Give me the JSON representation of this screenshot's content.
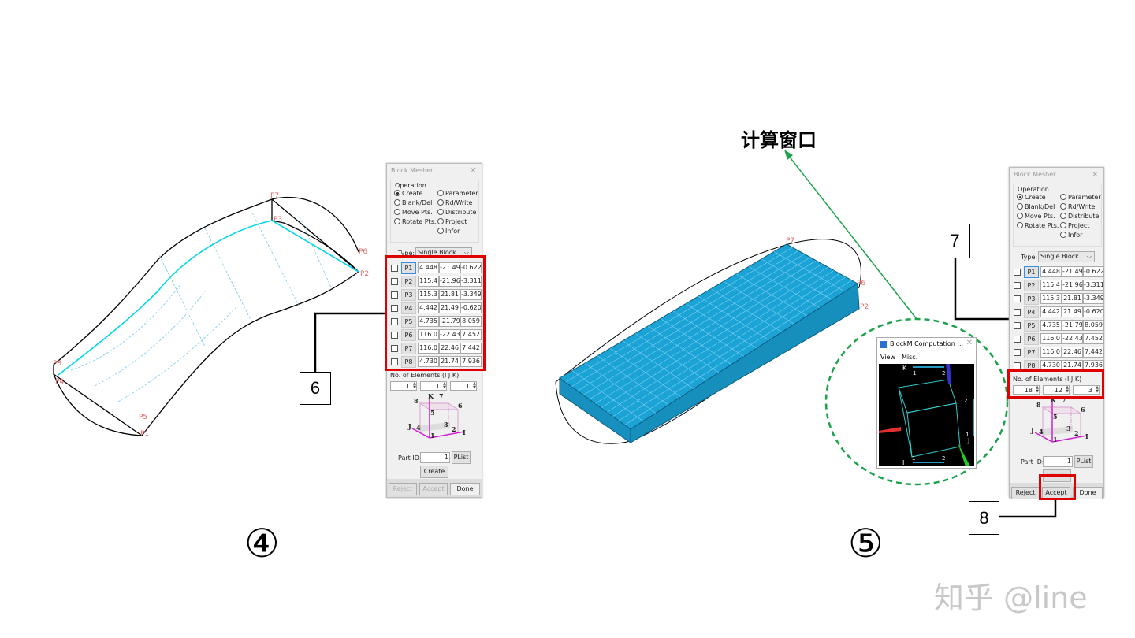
{
  "dialogs": [
    {
      "title": "Block Mesher",
      "operation_label": "Operation",
      "ops_left": [
        "Create",
        "Blank/Del",
        "Move Pts.",
        "Rotate Pts."
      ],
      "ops_right": [
        "Parameter",
        "Rd/Write",
        "Distribute",
        "Project",
        "Infor"
      ],
      "selected_op": "Create",
      "type_label": "Type:",
      "type_value": "Single Block",
      "points": [
        {
          "name": "P1",
          "x": "4.448",
          "y": "-21.49",
          "z": "-0.622"
        },
        {
          "name": "P2",
          "x": "115.4",
          "y": "-21.96",
          "z": "-3.311"
        },
        {
          "name": "P3",
          "x": "115.3",
          "y": "21.81",
          "z": "-3.349"
        },
        {
          "name": "P4",
          "x": "4.442",
          "y": "21.49",
          "z": "-0.620"
        },
        {
          "name": "P5",
          "x": "4.735",
          "y": "-21.79",
          "z": "8.059"
        },
        {
          "name": "P6",
          "x": "116.0",
          "y": "-22.43",
          "z": "7.452"
        },
        {
          "name": "P7",
          "x": "116.0",
          "y": "22.46",
          "z": "7.442"
        },
        {
          "name": "P8",
          "x": "4.730",
          "y": "21.74",
          "z": "7.936"
        }
      ],
      "elements_label": "No. of Elements (I J K)",
      "elements": [
        "1",
        "1",
        "1"
      ],
      "part_id_label": "Part ID:",
      "part_id": "1",
      "plist": "PList",
      "create": "Create",
      "reject": "Reject",
      "accept": "Accept",
      "done": "Done",
      "create_enabled": true,
      "accept_enabled": false
    },
    {
      "title": "Block Mesher",
      "operation_label": "Operation",
      "ops_left": [
        "Create",
        "Blank/Del",
        "Move Pts.",
        "Rotate Pts."
      ],
      "ops_right": [
        "Parameter",
        "Rd/Write",
        "Distribute",
        "Project",
        "Infor"
      ],
      "selected_op": "Create",
      "type_label": "Type:",
      "type_value": "Single Block",
      "points": [
        {
          "name": "P1",
          "x": "4.448",
          "y": "-21.49",
          "z": "-0.622"
        },
        {
          "name": "P2",
          "x": "115.4",
          "y": "-21.96",
          "z": "-3.311"
        },
        {
          "name": "P3",
          "x": "115.3",
          "y": "21.81",
          "z": "-3.349"
        },
        {
          "name": "P4",
          "x": "4.442",
          "y": "21.49",
          "z": "-0.620"
        },
        {
          "name": "P5",
          "x": "4.735",
          "y": "-21.79",
          "z": "8.059"
        },
        {
          "name": "P6",
          "x": "116.0",
          "y": "-22.43",
          "z": "7.452"
        },
        {
          "name": "P7",
          "x": "116.0",
          "y": "22.46",
          "z": "7.442"
        },
        {
          "name": "P8",
          "x": "4.730",
          "y": "21.74",
          "z": "7.936"
        }
      ],
      "elements_label": "No. of Elements (I J K)",
      "elements": [
        "18",
        "12",
        "3"
      ],
      "part_id_label": "Part ID:",
      "part_id": "1",
      "plist": "PList",
      "create": "Create",
      "reject": "Reject",
      "accept": "Accept",
      "done": "Done",
      "create_enabled": false,
      "accept_enabled": true
    }
  ],
  "cube_labels": {
    "n1": "1",
    "n2": "2",
    "n3": "3",
    "n4": "4",
    "n5": "5",
    "n6": "6",
    "n7": "7",
    "n8": "8",
    "I": "I",
    "J": "J",
    "K": "K"
  },
  "comp_window": {
    "title": "BlockM Computation ...",
    "menu": [
      "View",
      "Misc."
    ],
    "labels": {
      "K": "K",
      "I": "I",
      "J": "J",
      "one": "1",
      "two": "2"
    }
  },
  "annotations": {
    "step4": "④",
    "step5": "⑤",
    "box6": "6",
    "box7": "7",
    "box8": "8",
    "comp_title": "计算窗口"
  },
  "model_labels_left": [
    "P7",
    "P3",
    "P6",
    "P2",
    "P8",
    "P4",
    "P5",
    "P1"
  ],
  "model_labels_right": [
    "P7",
    "P6",
    "P2"
  ],
  "watermark": "知乎 @line",
  "colors": {
    "highlight": "#e00000",
    "arrow": "#1aa34a",
    "mesh": "#1ba3d6",
    "point_label": "#e06666"
  }
}
